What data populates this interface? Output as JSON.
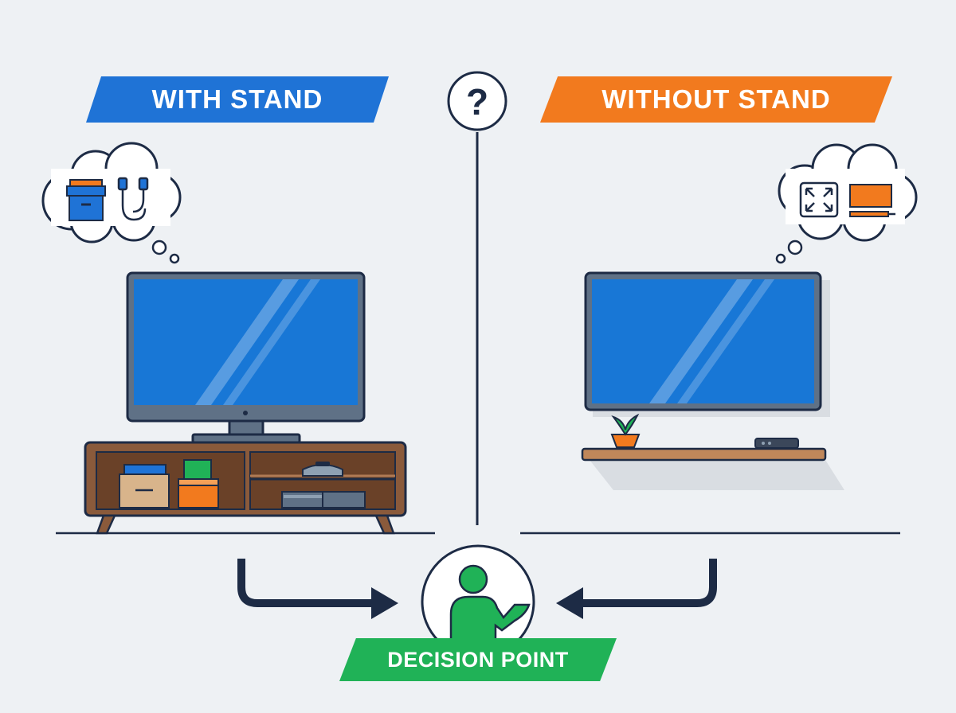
{
  "labels": {
    "with_stand": "WITH STAND",
    "without_stand": "WITHOUT STAND",
    "decision_point": "DECISION POINT",
    "question_mark": "?"
  },
  "colors": {
    "background": "#eef1f4",
    "outline": "#1d2b45",
    "with_accent": "#1f73d6",
    "without_accent": "#f27a1e",
    "decision_accent": "#20b257",
    "screen": "#1877d6",
    "wood": "#8a5a3b"
  },
  "icons": {
    "thought_left": [
      "storage-box-icon",
      "cable-icon"
    ],
    "thought_right": [
      "expand-arrows-icon",
      "wall-mount-icon"
    ],
    "center": "question-mark-icon",
    "decision": "person-gesturing-icon"
  }
}
